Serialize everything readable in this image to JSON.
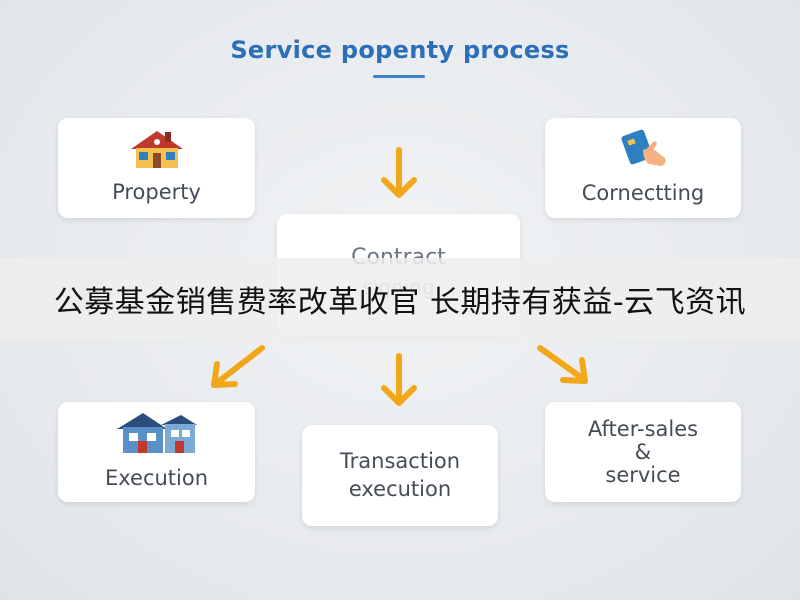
{
  "diagram": {
    "title": "Service popenty process",
    "nodes": {
      "property": {
        "label": "Property",
        "icon": "house-icon"
      },
      "connecting": {
        "label": "Cornectting",
        "icon": "card-hand-icon"
      },
      "contract": {
        "label": "Contract",
        "sublabel": "signing"
      },
      "execution": {
        "label": "Execution",
        "icon": "house-icon"
      },
      "transaction": {
        "label_line1": "Transaction",
        "label_line2": "execution"
      },
      "aftersales": {
        "label_line1": "After-sales",
        "label_line2": "&",
        "label_line3": "service"
      }
    },
    "arrow_color": "#f2a71b",
    "title_color": "#2a6fb8"
  },
  "banner": {
    "text": "公募基金销售费率改革收官 长期持有获益-云飞资讯"
  }
}
